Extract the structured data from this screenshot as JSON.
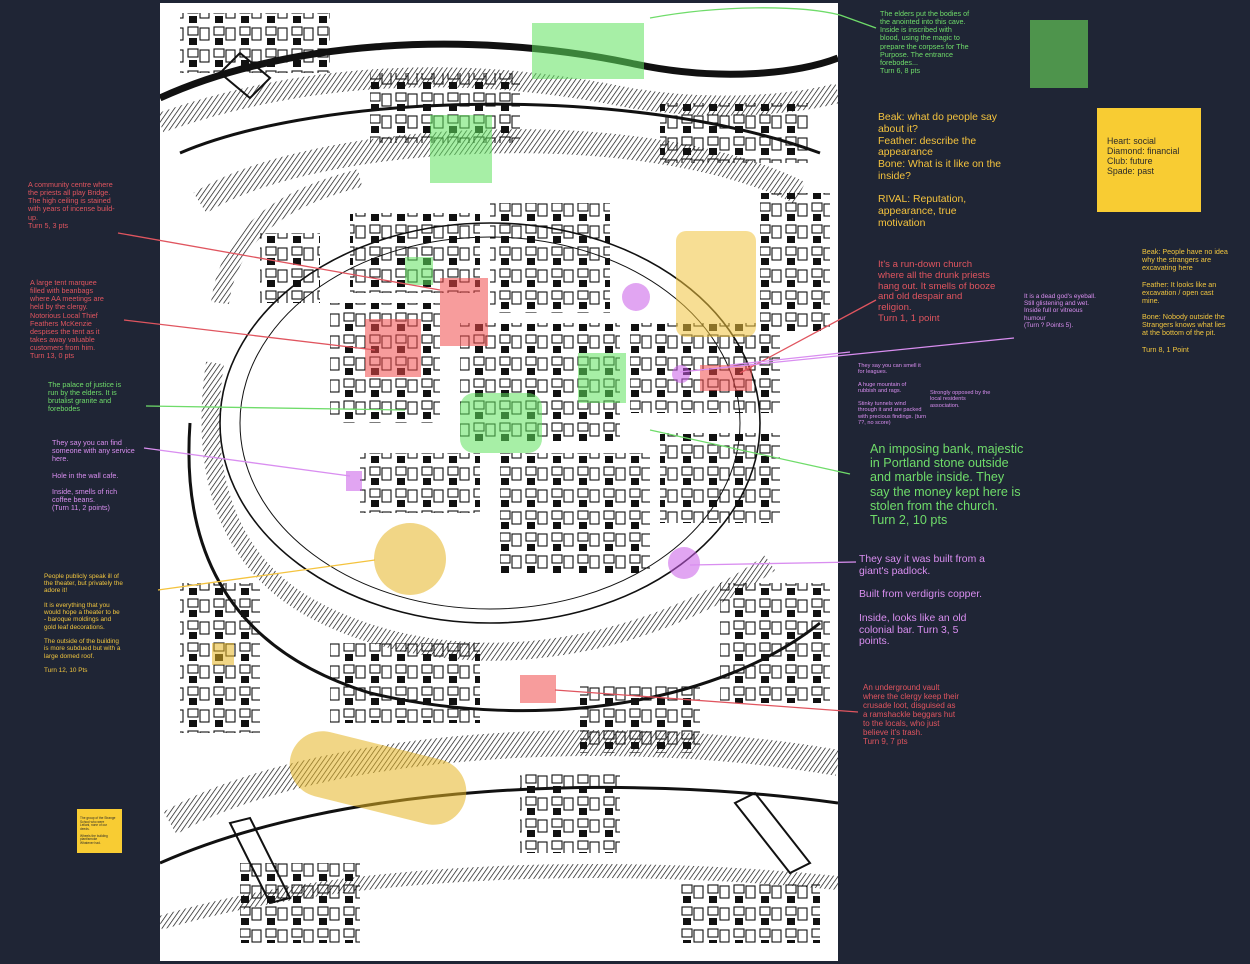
{
  "colors": {
    "background": "#1f2535",
    "red_note": "#e0555f",
    "green_note": "#6fdc6a",
    "purple_note": "#d98ef0",
    "yellow_note": "#f4c33e",
    "sticky_yellow": "#f8cc33",
    "sticky_green": "#4e944c"
  },
  "notes": {
    "cave": "The elders put the bodies of\nthe anointed into this cave.\nInside is inscribed with\nblood, using the magic to\nprepare the corpses for The\nPurpose.  The entrance\nforebodes...\nTurn 6, 8 pts",
    "questions": "Beak: what do people say\nabout it?\nFeather: describe the\nappearance\nBone: What is it like on the\ninside?\n\nRIVAL: Reputation,\nappearance, true\nmotivation",
    "community_centre": "A community centre where\nthe priests all play Bridge.\nThe high ceiling is stained\nwith years of incense build-\nup.\nTurn 5, 3 pts",
    "tent_marquee": "A large tent marquee\nfilled with beanbags\nwhere AA meetings are\nheld by the clergy.\nNotorious Local Thief\nFeathers McKenzie\ndespises the tent as it\ntakes away valuable\ncustomers from him.\nTurn 13, 0 pts",
    "palace_justice": "The palace of justice is\nrun by the elders.  It is\nbrutalist granite and\nforebodes",
    "wall_cafe": "They say you can find\nsomeone with any service\nhere.\n\nHole in the wall cafe.\n\nInside, smells of rich\ncoffee beans.\n(Turn 11, 2 points)",
    "theater": "People publicly speak ill of\nthe theater, but privately the\nadore it!\n\nIt is everything that you\nwould hope a theater to be\n- baroque moldings and\ngold leaf decorations.\n\nThe outside of the building\nis more subdued but with a\nlarge domed roof.\n\nTurn 12, 10 Pts",
    "church": "It's a run-down church\nwhere all the drunk priests\nhang out. It smells of booze\nand old despair and\nreligion.\nTurn 1, 1 point",
    "eyeball": "It is a dead god's eyeball.\nStill glistening and wet.\nInside full or vitreous\nhumour\n(Turn ? Points 5).",
    "excavation": "Beak: People have no idea\nwhy the strangers are\nexcavating here\n\nFeather: It looks like an\nexcavation / open cast\nmine.\n\nBone: Nobody outside the\nStrangers knows what lies\nat the bottom of the pit.\n\nTurn 8, 1 Point",
    "leagues": "They say you can smell it\nfor leagues.\n\nA huge mountain of\nrubbish and rags.\n\nStinky tunnels wind\nthrough it and are packed\nwith precious findings. (turn\n7?, no score)",
    "opposed": "Strongly opposed by the\nlocal residents\nassociation.",
    "bank": "An imposing bank, majestic\nin Portland stone outside\nand marble inside.  They\nsay the money kept here is\nstolen from the church.\nTurn 2, 10 pts",
    "padlock": "They say it was built from a\ngiant's padlock.\n\nBuilt from verdigris copper.\n\nInside, looks like an old\ncolonial bar. Turn 3, 5\npoints.",
    "vault": "An underground vault\nwhere the clergy keep their\ncrusade loot, disguised as\na ramshackle beggars hut\nto the locals, who just\nbelieve it's trash.\nTurn 9, 7 pts"
  },
  "suit_card": {
    "heart": "Heart: social",
    "diamond": "Diamond: financial",
    "club": "Club: future",
    "spade": "Spade: past"
  },
  "small_card": "The group of the Strange\nSchool who were\nLeilani, none of our\ndeeds.\n\nWheels the building\nplant/smoke\nWhatever had."
}
